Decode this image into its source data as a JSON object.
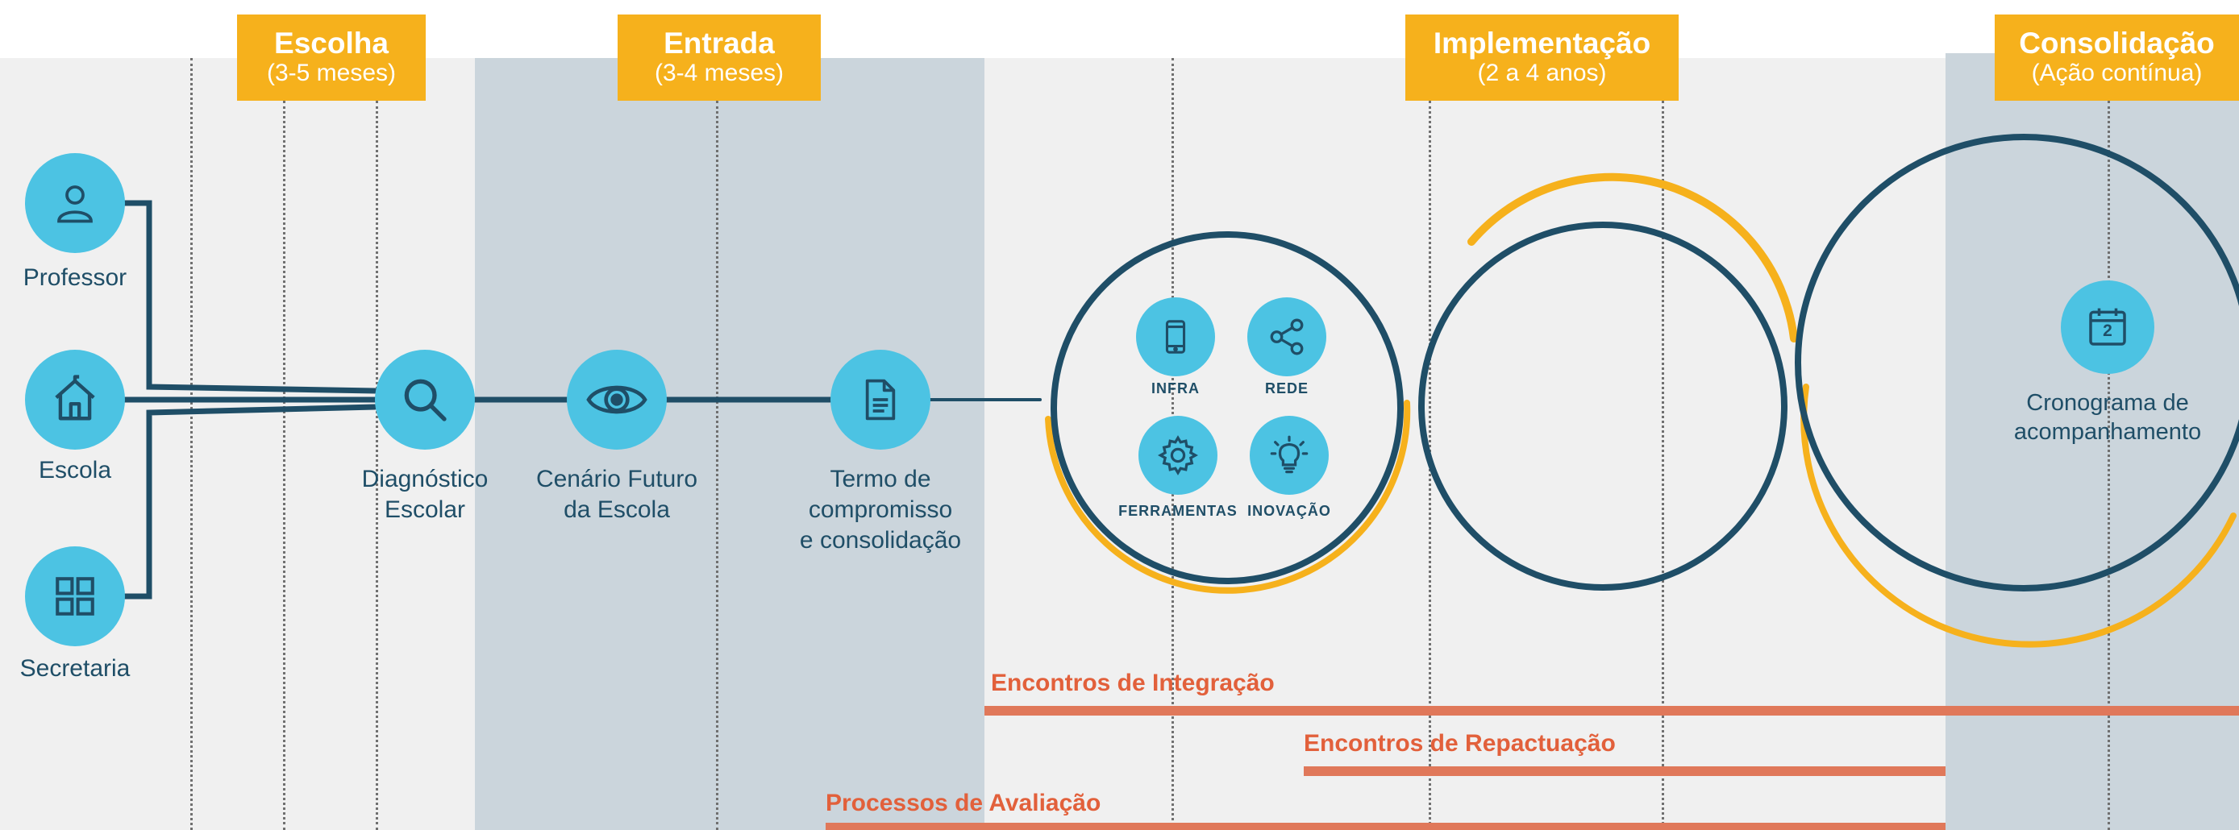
{
  "colors": {
    "accent": "#f6b11c",
    "node": "#4cc3e3",
    "dark": "#1f4e67",
    "orange": "#e2603b",
    "band_light": "#f0f0f0",
    "band_dark": "#cbd5dc"
  },
  "phases": [
    {
      "title": "Escolha",
      "subtitle": "(3-5 meses)"
    },
    {
      "title": "Entrada",
      "subtitle": "(3-4 meses)"
    },
    {
      "title": "Implementação",
      "subtitle": "(2 a 4 anos)"
    },
    {
      "title": "Consolidação",
      "subtitle": "(Ação contínua)"
    }
  ],
  "actors": [
    {
      "label": "Professor",
      "icon": "user-icon"
    },
    {
      "label": "Escola",
      "icon": "house-icon"
    },
    {
      "label": "Secretaria",
      "icon": "grid-icon"
    }
  ],
  "steps": [
    {
      "label_1": "Diagnóstico",
      "label_2": "Escolar",
      "icon": "search-icon"
    },
    {
      "label_1": "Cenário Futuro",
      "label_2": "da Escola",
      "icon": "eye-icon"
    },
    {
      "label_1": "Termo de",
      "label_2": "compromisso",
      "label_3": "e consolidação",
      "icon": "document-icon"
    }
  ],
  "pillars": [
    {
      "label": "INFRA",
      "icon": "phone-icon"
    },
    {
      "label": "REDE",
      "icon": "share-icon"
    },
    {
      "label": "FERRAMENTAS",
      "icon": "gear-icon"
    },
    {
      "label": "INOVAÇÃO",
      "icon": "lightbulb-icon"
    }
  ],
  "schedule": {
    "label_1": "Cronograma de",
    "label_2": "acompanhamento",
    "icon_number": "2",
    "icon": "calendar-icon"
  },
  "processes": [
    {
      "label": "Encontros de Integração"
    },
    {
      "label": "Encontros de Repactuação"
    },
    {
      "label": "Processos de Avaliação"
    }
  ]
}
